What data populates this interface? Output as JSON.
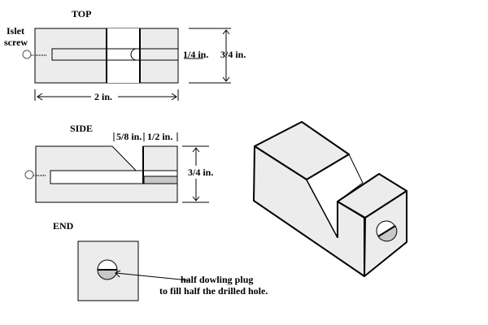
{
  "colors": {
    "face": "#ececec",
    "plug": "#c8c8c8",
    "line": "#000000",
    "screw": "#555555"
  },
  "top_view": {
    "title": "TOP",
    "screw_label_line1": "Islet",
    "screw_label_line2": "screw",
    "slot_width": "1/4 in.",
    "height": "3/4 in.",
    "length": "2 in."
  },
  "side_view": {
    "title": "SIDE",
    "slope_length": "5/8 in.",
    "block_length": "1/2 in.",
    "height": "3/4 in."
  },
  "end_view": {
    "title": "END",
    "note_line1": "half dowling plug",
    "note_line2": "to fill half the drilled hole."
  }
}
